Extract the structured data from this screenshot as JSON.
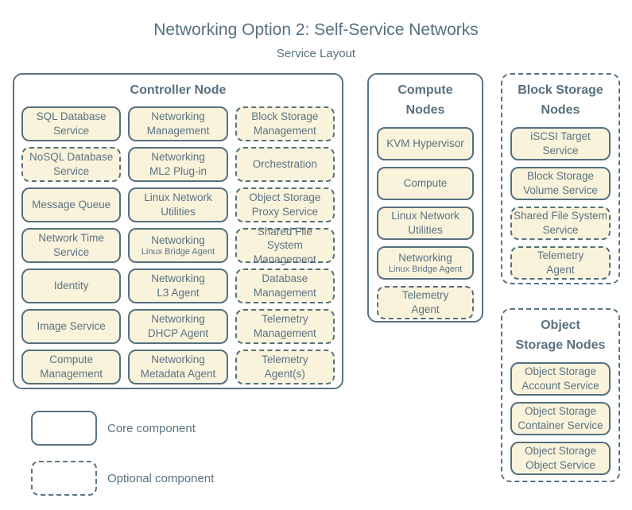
{
  "title": "Networking Option 2: Self-Service Networks",
  "subtitle": "Service Layout",
  "colors": {
    "background": "#ffffff",
    "box_fill": "#faf3dc",
    "border_slate": "#54707e",
    "text_slate": "#5a7280"
  },
  "legend": {
    "core_label": "Core component",
    "optional_label": "Optional component"
  },
  "nodes": {
    "controller": {
      "title": "Controller Node",
      "items": [
        {
          "label": "SQL Database\nService",
          "type": "core"
        },
        {
          "label": "Networking\nManagement",
          "type": "core"
        },
        {
          "label": "Block Storage\nManagement",
          "type": "optional"
        },
        {
          "label": "NoSQL Database\nService",
          "type": "optional"
        },
        {
          "label": "Networking\nML2 Plug-in",
          "type": "core"
        },
        {
          "label": "Orchestration",
          "type": "optional"
        },
        {
          "label": "Message Queue",
          "type": "core"
        },
        {
          "label": "Linux Network\nUtilities",
          "type": "core"
        },
        {
          "label": "Object Storage\nProxy Service",
          "type": "optional"
        },
        {
          "label": "Network Time\nService",
          "type": "core"
        },
        {
          "label": "Networking",
          "sublabel": "Linux Bridge Agent",
          "type": "core"
        },
        {
          "label": "Shared File System\nManagement",
          "type": "optional"
        },
        {
          "label": "Identity",
          "type": "core"
        },
        {
          "label": "Networking\nL3 Agent",
          "type": "core"
        },
        {
          "label": "Database\nManagement",
          "type": "optional"
        },
        {
          "label": "Image Service",
          "type": "core"
        },
        {
          "label": "Networking\nDHCP Agent",
          "type": "core"
        },
        {
          "label": "Telemetry\nManagement",
          "type": "optional"
        },
        {
          "label": "Compute\nManagement",
          "type": "core"
        },
        {
          "label": "Networking\nMetadata Agent",
          "type": "core"
        },
        {
          "label": "Telemetry\nAgent(s)",
          "type": "optional"
        }
      ]
    },
    "compute": {
      "title": "Compute\nNodes",
      "type": "core",
      "items": [
        {
          "label": "KVM Hypervisor",
          "type": "core"
        },
        {
          "label": "Compute",
          "type": "core"
        },
        {
          "label": "Linux Network\nUtilities",
          "type": "core"
        },
        {
          "label": "Networking",
          "sublabel": "Linux Bridge Agent",
          "type": "core"
        },
        {
          "label": "Telemetry\nAgent",
          "type": "optional"
        }
      ]
    },
    "block": {
      "title": "Block Storage\nNodes",
      "type": "optional",
      "items": [
        {
          "label": "iSCSI Target\nService",
          "type": "core"
        },
        {
          "label": "Block Storage\nVolume Service",
          "type": "core"
        },
        {
          "label": "Shared File System\nService",
          "type": "optional"
        },
        {
          "label": "Telemetry\nAgent",
          "type": "optional"
        }
      ]
    },
    "object": {
      "title": "Object\nStorage Nodes",
      "type": "optional",
      "items": [
        {
          "label": "Object Storage\nAccount Service",
          "type": "core"
        },
        {
          "label": "Object Storage\nContainer Service",
          "type": "core"
        },
        {
          "label": "Object Storage\nObject Service",
          "type": "core"
        }
      ]
    }
  }
}
